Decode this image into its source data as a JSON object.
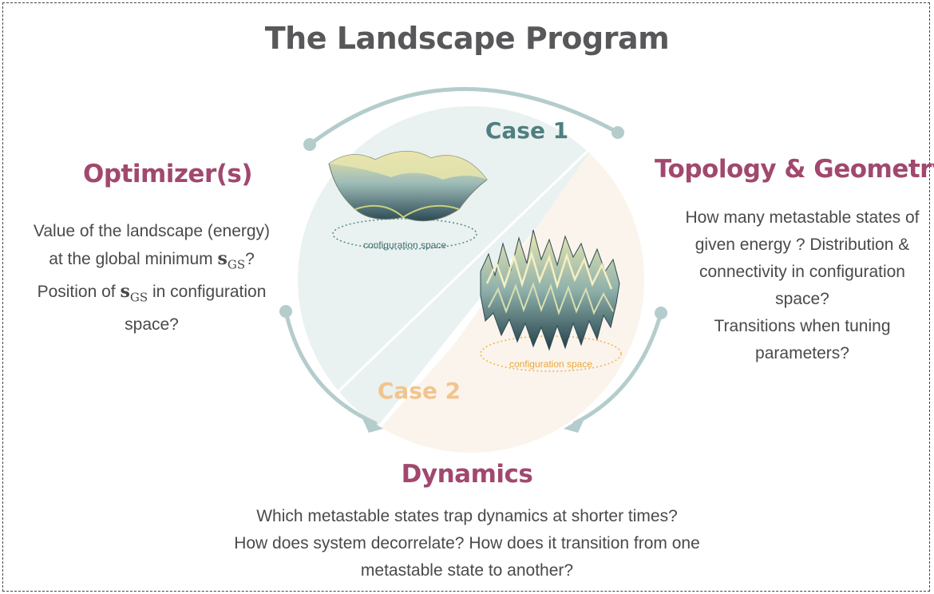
{
  "title": "The Landscape Program",
  "optimizer": {
    "heading": "Optimizer(s)",
    "line1": "Value of the landscape (energy)",
    "line2_pre": "at the global minimum ",
    "line2_post": "?",
    "line3_pre": "Position of ",
    "line3_post": " in configuration",
    "line4": "space?",
    "symbol_main": "s",
    "symbol_sub": "GS"
  },
  "topology": {
    "heading": "Topology & Geometry",
    "lines": [
      "How many metastable states of",
      "given energy ? Distribution &",
      "connectivity  in configuration",
      "space?",
      "Transitions when tuning",
      "parameters?"
    ]
  },
  "dynamics": {
    "heading": "Dynamics",
    "lines": [
      "Which metastable states trap dynamics at shorter times?",
      "How does system decorrelate? How does it transition from one",
      "metastable state to another?"
    ]
  },
  "case1": {
    "label": "Case 1",
    "config_label": "configuration space"
  },
  "case2": {
    "label": "Case 2",
    "config_label": "configuration space"
  },
  "colors": {
    "heading": "#a1486e",
    "title": "#58585a",
    "case1": "#4f7f80",
    "case2": "#f2c48d",
    "arc": "#b4cccc",
    "case1_fill": "#eaf1f1",
    "case2_fill": "#fbf4ec"
  }
}
